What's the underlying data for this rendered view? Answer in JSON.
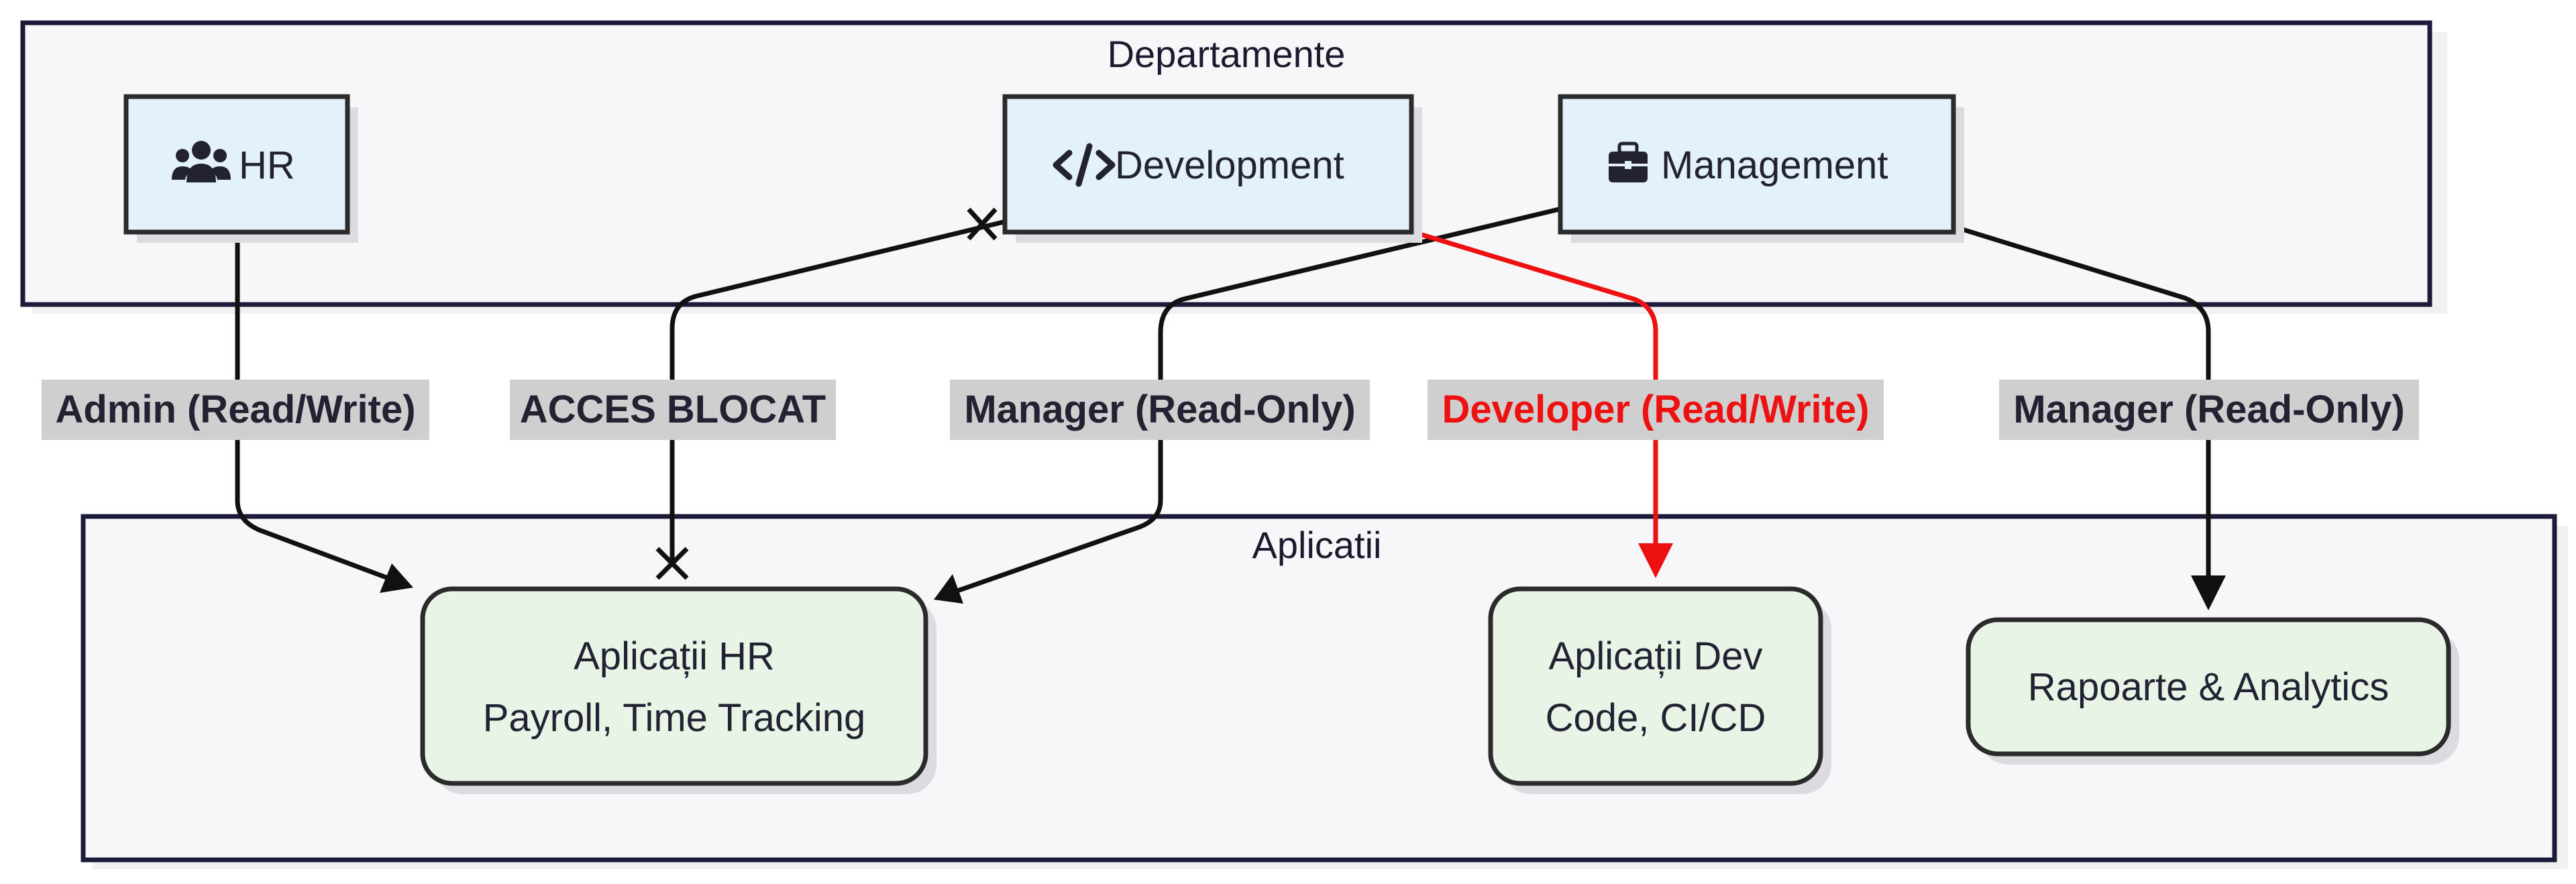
{
  "clusters": {
    "departments": {
      "title": "Departamente"
    },
    "applications": {
      "title": "Aplicatii"
    }
  },
  "nodes": {
    "hr": {
      "label": "HR",
      "icon": "users-icon"
    },
    "development": {
      "label": "Development",
      "icon": "code-icon"
    },
    "management": {
      "label": "Management",
      "icon": "briefcase-icon"
    },
    "hr_apps": {
      "line1": "Aplicații HR",
      "line2": "Payroll, Time Tracking"
    },
    "dev_apps": {
      "line1": "Aplicații Dev",
      "line2": "Code, CI/CD"
    },
    "reports": {
      "label": "Rapoarte & Analytics"
    }
  },
  "edges": {
    "hr_to_hr_apps": {
      "label": "Admin (Read/Write)",
      "color": "#111111"
    },
    "dev_to_hr_apps_blocked": {
      "label": "ACCES BLOCAT",
      "color": "#111111"
    },
    "mgmt_to_hr_apps": {
      "label": "Manager (Read-Only)",
      "color": "#111111"
    },
    "dev_to_dev_apps": {
      "label": "Developer (Read/Write)",
      "color": "#ee1111"
    },
    "mgmt_to_reports": {
      "label": "Manager (Read-Only)",
      "color": "#111111"
    }
  },
  "colors": {
    "cluster_fill": "#f7f7fa",
    "cluster_border": "#1c1c3a",
    "department_fill": "#e3f1fc",
    "application_fill": "#e7f4e6",
    "node_border": "#2b2b2b",
    "label_bg": "#cfcfcf",
    "edge_default": "#111111",
    "edge_highlight": "#ee1111"
  }
}
